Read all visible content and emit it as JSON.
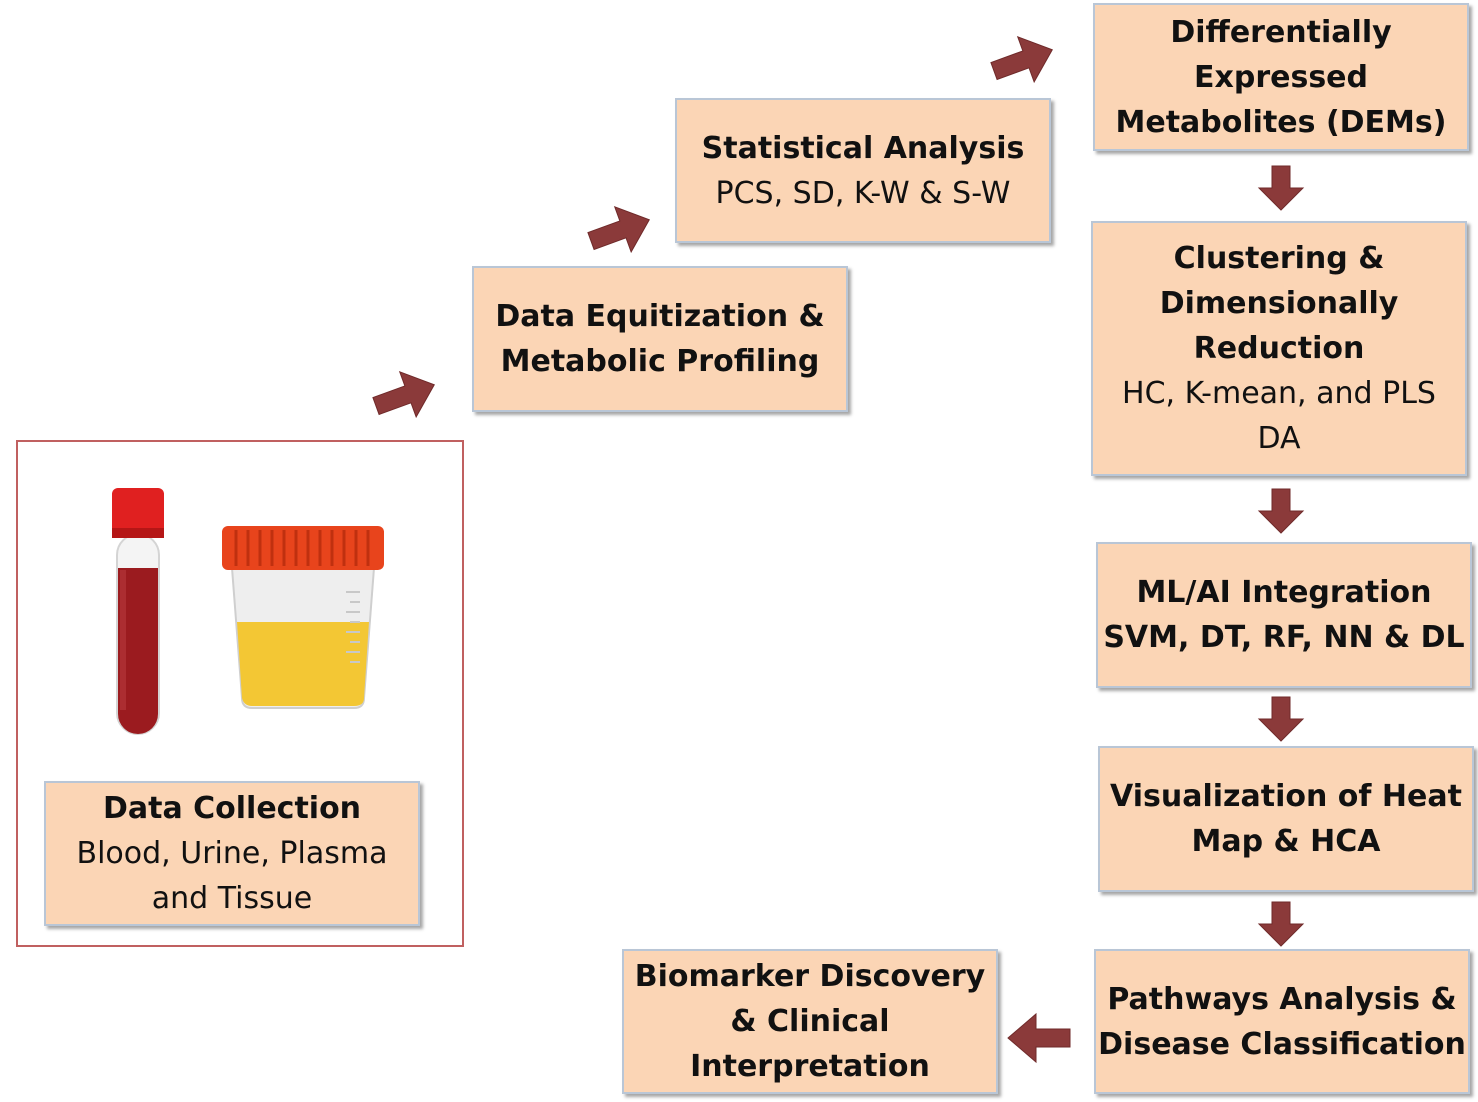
{
  "collection": {
    "title": "Data Collection",
    "lines": [
      "Blood, Urine, Plasma",
      "and Tissue"
    ]
  },
  "equitization": {
    "lines": [
      "Data Equitization &",
      "Metabolic Profiling"
    ]
  },
  "statistical": {
    "title": "Statistical Analysis",
    "sub": "PCS, SD, K-W & S-W"
  },
  "dems": {
    "lines": [
      "Differentially",
      "Expressed",
      "Metabolites (DEMs)"
    ]
  },
  "clustering": {
    "title_lines": [
      "Clustering &",
      "Dimensionally",
      "Reduction"
    ],
    "sub_lines": [
      "HC, K-mean, and PLS",
      "DA"
    ]
  },
  "mlai": {
    "lines": [
      "ML/AI Integration",
      "SVM, DT, RF, NN & DL"
    ]
  },
  "visualization": {
    "lines": [
      "Visualization of Heat",
      "Map & HCA"
    ]
  },
  "pathways": {
    "lines": [
      "Pathways Analysis &",
      "Disease Classification"
    ]
  },
  "biomarker": {
    "lines": [
      "Biomarker Discovery",
      "& Clinical",
      "Interpretation"
    ]
  },
  "colors": {
    "box_fill": "#fbd5b5",
    "arrow": "#8b3a3a",
    "frame_border": "#c06060"
  },
  "icons": [
    "blood-tube-icon",
    "urine-cup-icon"
  ]
}
